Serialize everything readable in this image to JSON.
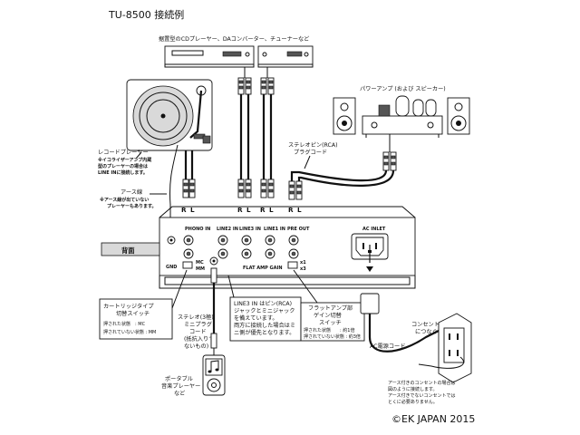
{
  "title": "TU-8500 接続例",
  "copyright": "©EK JAPAN 2015",
  "top_label": "据置型のCDプレーヤー、DAコンバーター、チューナーなど",
  "power_amp_label": "パワーアンプ (および スピーカー)",
  "stereo_pin_cord_label": [
    "ステレオピン(RCA)",
    "プラグコード"
  ],
  "record_player_label": [
    "レコードプレーヤー",
    "※イコライザーアンプ内蔵",
    "型のプレーヤーの場合は",
    "LINE INに接続します。"
  ],
  "ground_label": [
    "アース線",
    "※アース線が出ていない",
    "プレーヤーもあります。"
  ],
  "rear_label": "背面",
  "panel": {
    "jack_labels": [
      "PHONO IN",
      "LINE2 IN",
      "LINE3 IN",
      "LINE1 IN",
      "PRE OUT",
      "AC INLET"
    ],
    "gnd": "GND",
    "mc_mm": [
      "MC",
      "MM"
    ],
    "flat_amp_gain": "FLAT AMP GAIN",
    "gain_options": [
      "x1",
      "x3"
    ],
    "rl": [
      "R",
      "L"
    ]
  },
  "cartridge_switch": {
    "title": [
      "カートリッジタイプ",
      "切替スイッチ"
    ],
    "rows": [
      "押された状態　: MC",
      "押されていない状態 : MM"
    ]
  },
  "mini_plug_label": [
    "ステレオ(3極)",
    "ミニプラグ",
    "コード",
    "(抵抗入りで",
    "ないもの)"
  ],
  "line3_note": [
    "LINE3 IN はピン(RCA)",
    "ジャックとミニジャック",
    "を備えています。",
    "両方に接続した場合はミ",
    "ニ側が優先となります。"
  ],
  "flat_amp_switch": {
    "title": [
      "フラットアンプ部",
      "ゲイン切替",
      "スイッチ"
    ],
    "rows": [
      "押された状態　　: 約1倍",
      "押されていない状態 : 約3倍"
    ]
  },
  "outlet_label": [
    "コンセント",
    "につなぐ"
  ],
  "ac_cord_label": "AC電源コード",
  "ground_outlet_note": [
    "アース付きのコンセントの場合は",
    "図のように接続します。",
    "アース付きでないコンセントでは",
    "とくに必要ありません。"
  ],
  "portable_label": [
    "ポータブル",
    "音楽プレーヤー",
    "など"
  ],
  "music_note_icon": "music-note-icon"
}
